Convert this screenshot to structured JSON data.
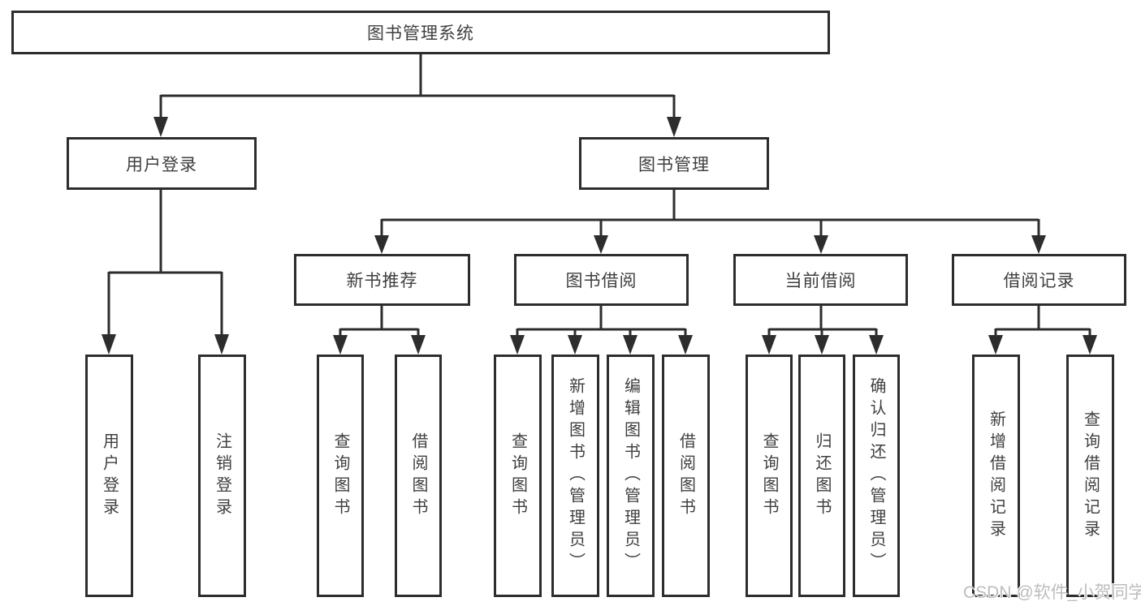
{
  "watermark": "CSDN @软件_小贺同学",
  "tree": {
    "root": "图书管理系统",
    "branches": [
      {
        "label": "用户登录",
        "children": [
          "用户登录",
          "注销登录"
        ]
      },
      {
        "label": "图书管理",
        "sections": [
          {
            "label": "新书推荐",
            "children": [
              "查询图书",
              "借阅图书"
            ]
          },
          {
            "label": "图书借阅",
            "children": [
              "查询图书",
              "新增图书（管理员）",
              "编辑图书（管理员）",
              "借阅图书"
            ]
          },
          {
            "label": "当前借阅",
            "children": [
              "查询图书",
              "归还图书",
              "确认归还（管理员）"
            ]
          },
          {
            "label": "借阅记录",
            "children": [
              "新增借阅记录",
              "查询借阅记录"
            ]
          }
        ]
      }
    ]
  },
  "colors": {
    "line": "#2d2d2d",
    "box_border": "#2d2d2d",
    "box_background": "#ffffff",
    "text": "#3f3f3f",
    "watermark": "#bdbdbd"
  }
}
